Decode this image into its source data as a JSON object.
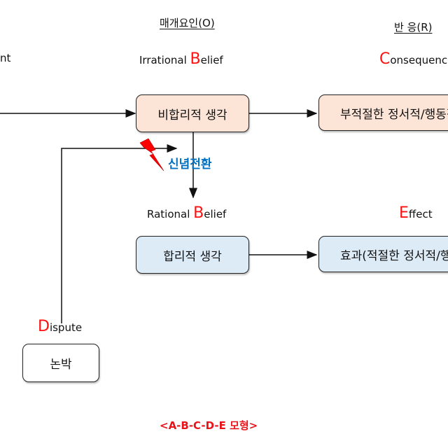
{
  "headers": {
    "mediating_factor": "매개요인(O)",
    "response": "반  응(R)"
  },
  "labels": {
    "activating_event_tail": "nt",
    "irrational_belief": {
      "cap": "B",
      "prefix": "Irrational ",
      "rest": "elief"
    },
    "consequence": {
      "cap": "C",
      "rest": "onsequence"
    },
    "rational_belief": {
      "cap": "B",
      "prefix": "Rational ",
      "rest": "elief"
    },
    "effect": {
      "cap": "E",
      "rest": "ffect"
    },
    "dispute": {
      "cap": "D",
      "rest": "ispute"
    }
  },
  "boxes": {
    "irrational_thought": "비합리적 생각",
    "inappropriate_response": "부적절한 정서적/행동적 반응",
    "rational_thought": "합리적 생각",
    "effect_response": "효과(적절한 정서적/행동적 반응)",
    "dispute": "논박"
  },
  "annotations": {
    "belief_change": "신념전환",
    "model_title": "<A-B-C-D-E 모형>"
  },
  "colors": {
    "accent_red": "#ff1010",
    "belief_change_blue": "#0070c0",
    "irrational_box_fill": "#fce4d6",
    "rational_box_fill": "#ddebf7",
    "lightning": "#ff0000"
  }
}
